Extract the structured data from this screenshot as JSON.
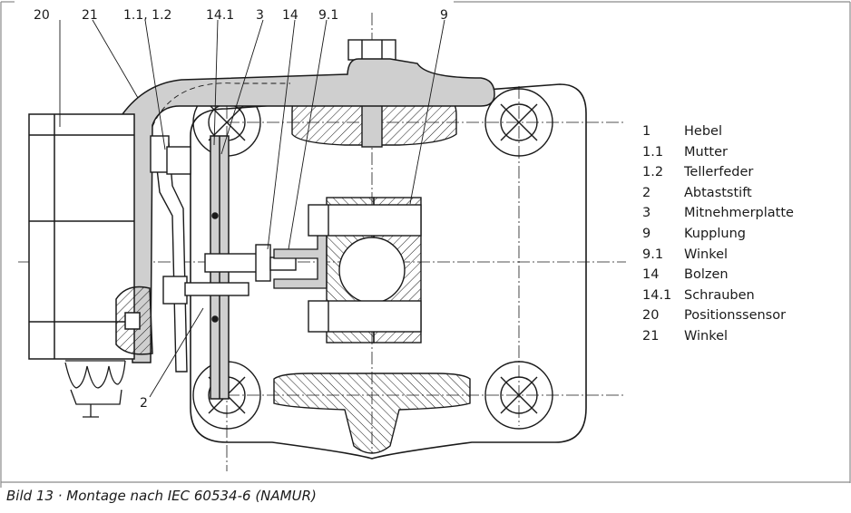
{
  "callouts": {
    "c20": "20",
    "c21": "21",
    "c1_1_1_2": "1.1, 1.2",
    "c14_1": "14.1",
    "c3": "3",
    "c14": "14",
    "c9_1": "9.1",
    "c9": "9",
    "c2": "2"
  },
  "legend": [
    {
      "num": "1",
      "label": "Hebel"
    },
    {
      "num": "1.1",
      "label": "Mutter"
    },
    {
      "num": "1.2",
      "label": "Tellerfeder"
    },
    {
      "num": "2",
      "label": "Abtaststift"
    },
    {
      "num": "3",
      "label": "Mitnehmerplatte"
    },
    {
      "num": "9",
      "label": "Kupplung"
    },
    {
      "num": "9.1",
      "label": "Winkel"
    },
    {
      "num": "14",
      "label": "Bolzen"
    },
    {
      "num": "14.1",
      "label": "Schrauben"
    },
    {
      "num": "20",
      "label": "Positionssensor"
    },
    {
      "num": "21",
      "label": "Winkel"
    }
  ],
  "caption": "Bild 13 · Montage nach IEC 60534-6 (NAMUR)",
  "colors": {
    "line": "#1a1a1a",
    "part_fill": "#cfcfcf",
    "frame": "#8a8a8a"
  }
}
